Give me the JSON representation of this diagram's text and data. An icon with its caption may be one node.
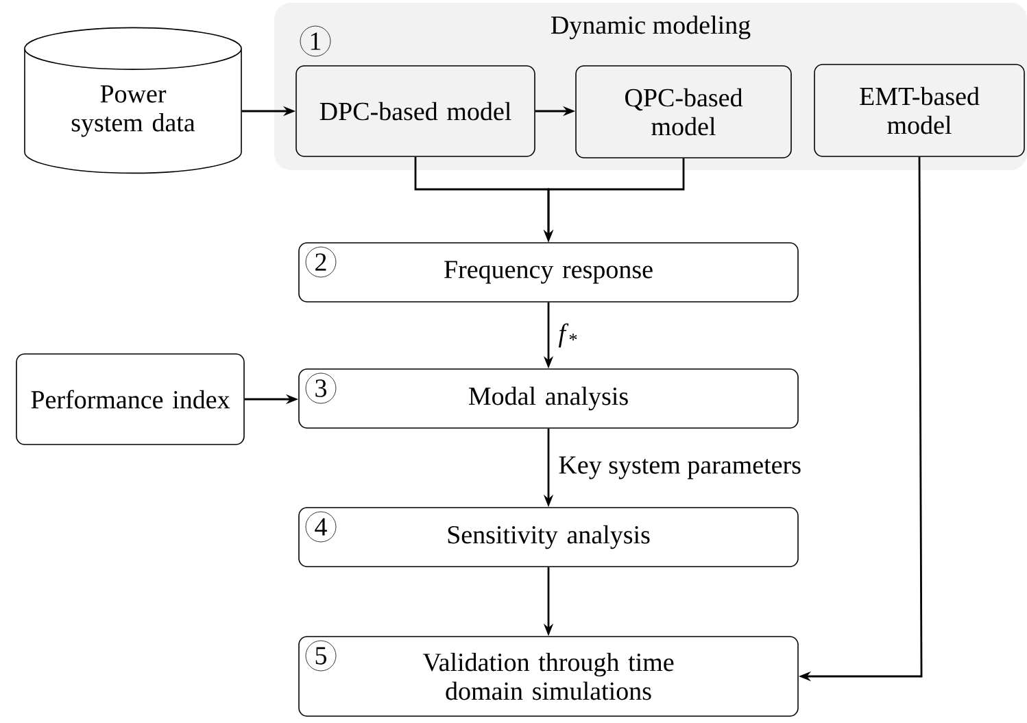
{
  "diagram": {
    "nodes": [
      {
        "text": [
          "1",
          "Dynamic modeling"
        ]
      },
      {
        "text": [
          "DPC-based model"
        ],
        "in": 0
      },
      {
        "text": [
          "QPC-based model"
        ],
        "in": 0
      },
      {
        "text": [
          "EMT-based model"
        ],
        "in": 0
      },
      {
        "text": [
          "Power system data"
        ]
      },
      {
        "text": [
          "2",
          "Frequency response"
        ]
      },
      {
        "text": [
          "Performance index"
        ]
      },
      {
        "text": [
          "3",
          "Modal analysis"
        ]
      },
      {
        "text": [
          "4",
          "Sensitivity analysis"
        ]
      },
      {
        "text": [
          "5",
          "Validation through time domain simulations"
        ]
      }
    ],
    "edges": [
      {
        "from": 4,
        "to": 1,
        "arrow": "to"
      },
      {
        "from": 1,
        "to": 2,
        "arrow": "to"
      },
      {
        "from": 1,
        "to": 5,
        "arrow": "to"
      },
      {
        "from": 2,
        "to": 5,
        "arrow": "to"
      },
      {
        "from": 5,
        "to": 7,
        "arrow": "to",
        "label": "*f*$_{*}$"
      },
      {
        "from": 6,
        "to": 7,
        "arrow": "to"
      },
      {
        "from": 7,
        "to": 8,
        "arrow": "to",
        "label": "Key system parameters"
      },
      {
        "from": 8,
        "to": 9,
        "arrow": "to"
      },
      {
        "from": 3,
        "to": 9,
        "arrow": "to"
      }
    ]
  }
}
